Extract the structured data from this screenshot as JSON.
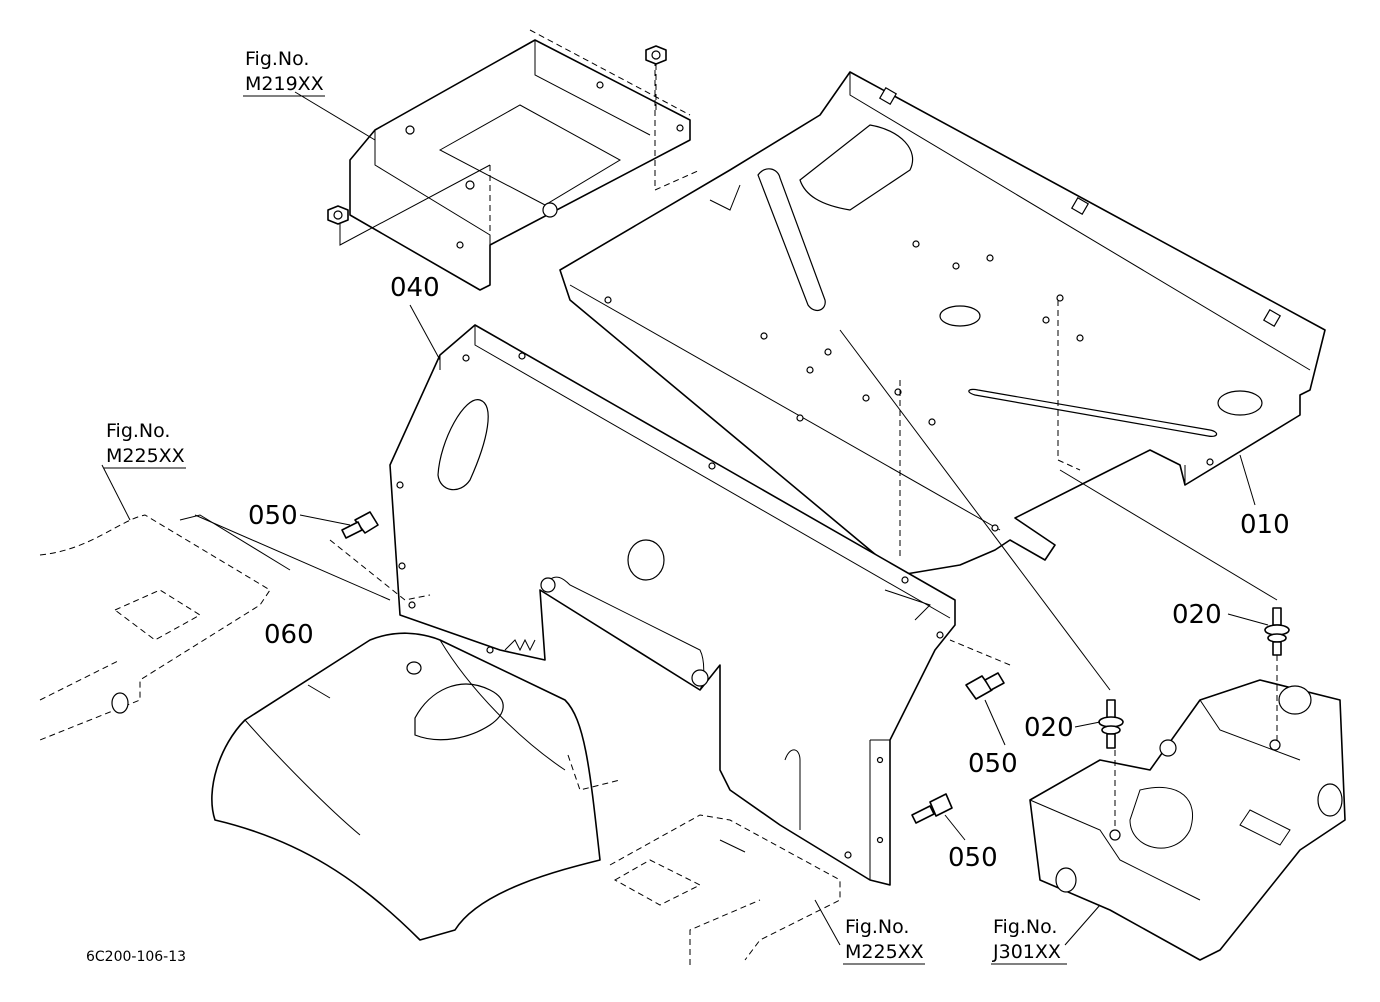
{
  "diagram_code": "6C200-106-13",
  "part_numbers": {
    "p010": "010",
    "p020_a": "020",
    "p020_b": "020",
    "p040": "040",
    "p050_a": "050",
    "p050_b": "050",
    "p050_c": "050",
    "p060": "060"
  },
  "figure_refs": {
    "prefix": "Fig.No.",
    "m219": "M219XX",
    "m225_left": "M225XX",
    "m225_bottom": "M225XX",
    "j301": "J301XX"
  },
  "colors": {
    "line": "#000000",
    "background": "#ffffff"
  }
}
